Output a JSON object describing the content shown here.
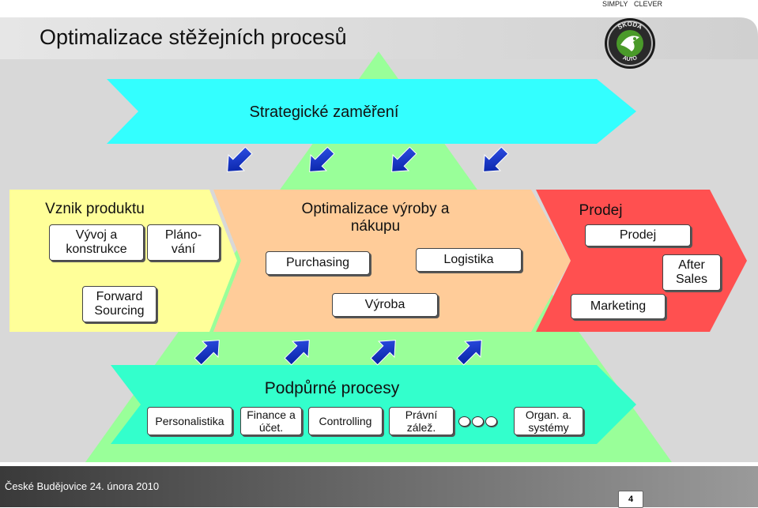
{
  "nav": {
    "simply": "SIMPLY",
    "clever": "CLEVER"
  },
  "title": "Optimalizace stěžejních procesů",
  "logo": {
    "text_top": "ŠKODA",
    "text_bottom": "AUTO"
  },
  "strategic": {
    "label": "Strategické zaměření",
    "color": "#33FFFF"
  },
  "product": {
    "heading": "Vznik produktu",
    "items": [
      "Vývoj a\nkonstrukce",
      "Pláno-\nvání",
      "Forward\nSourcing"
    ],
    "color": "#FFFF99"
  },
  "production": {
    "heading": "Optimalizace výroby a\nnákupu",
    "items": [
      "Purchasing",
      "Logistika",
      "Výroba"
    ],
    "color": "#FFCC99"
  },
  "sales": {
    "heading": "Prodej",
    "items": [
      "Prodej",
      "After\nSales",
      "Marketing"
    ],
    "color": "#FF5050"
  },
  "support": {
    "heading": "Podpůrné procesy",
    "items": [
      "Personalistika",
      "Finance a\núčet.",
      "Controlling",
      "Právní\nzálež.",
      "Organ. a.\nsystémy"
    ],
    "color": "#33FFCC"
  },
  "background_color": "#99FF99",
  "arrow_color": "#0033CC",
  "footer": {
    "location_date": "České Budějovice  24. února  2010",
    "page": "4"
  }
}
